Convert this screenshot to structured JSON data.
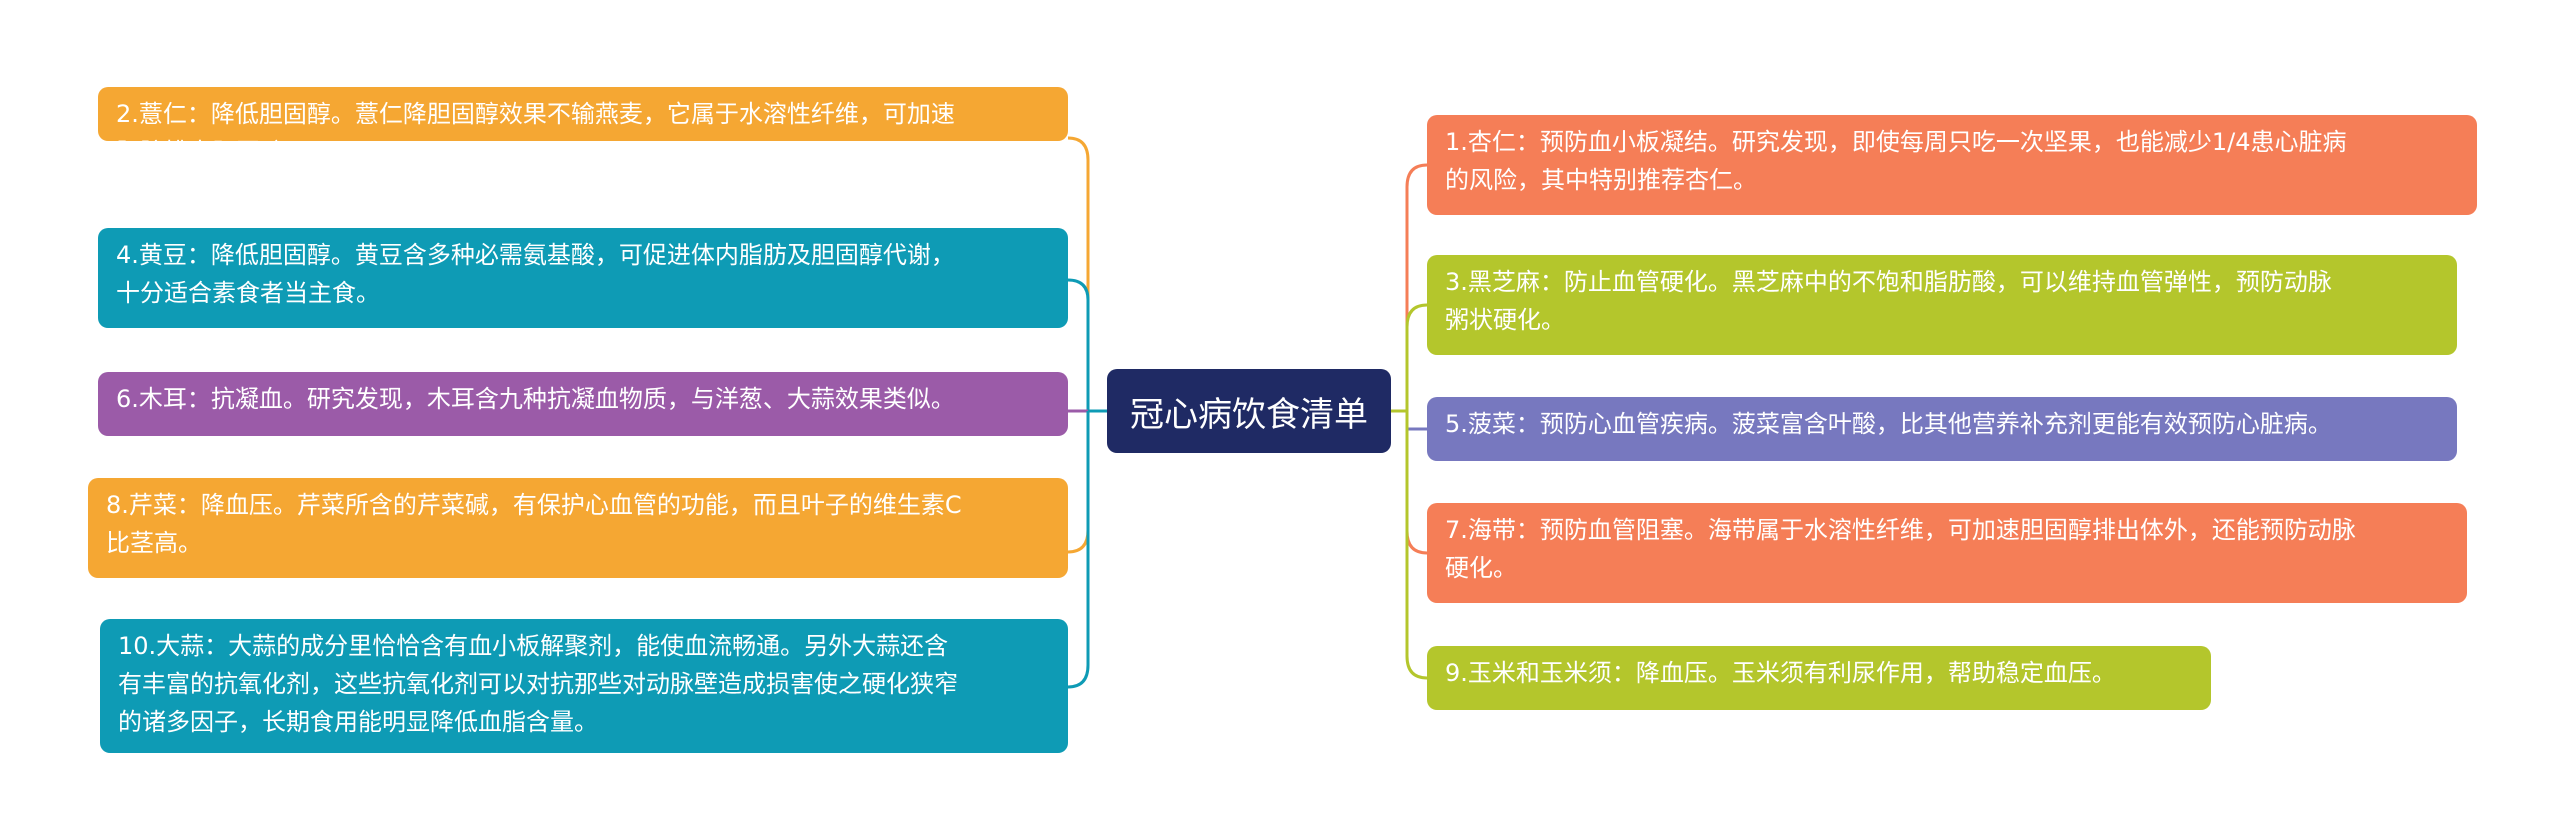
{
  "root": {
    "title": "冠心病饮食清单"
  },
  "colors": {
    "root": "#1f2a64",
    "orange": "#f5a733",
    "teal": "#0e9bb5",
    "purple": "#9b5ba8",
    "coral": "#f57e57",
    "lime": "#b4c62c",
    "lavender": "#7778bf"
  },
  "left_nodes": [
    {
      "lines": [
        "2.薏仁：降低胆固醇。薏仁降胆固醇效果不输燕麦，它属于水溶性纤维，可加速",
        "肝脏排出胆固醇。"
      ]
    },
    {
      "lines": [
        "4.黄豆：降低胆固醇。黄豆含多种必需氨基酸，可促进体内脂肪及胆固醇代谢，",
        "十分适合素食者当主食。"
      ]
    },
    {
      "lines": [
        "6.木耳：抗凝血。研究发现，木耳含九种抗凝血物质，与洋葱、大蒜效果类似。"
      ]
    },
    {
      "lines": [
        "8.芹菜：降血压。芹菜所含的芹菜碱，有保护心血管的功能，而且叶子的维生素C",
        "比茎高。"
      ]
    },
    {
      "lines": [
        "10.大蒜：大蒜的成分里恰恰含有血小板解聚剂，能使血流畅通。另外大蒜还含",
        "有丰富的抗氧化剂，这些抗氧化剂可以对抗那些对动脉壁造成损害使之硬化狭窄",
        "的诸多因子，长期食用能明显降低血脂含量。"
      ]
    }
  ],
  "right_nodes": [
    {
      "lines": [
        "1.杏仁：预防血小板凝结。研究发现，即使每周只吃一次坚果，也能减少1/4患心脏病",
        "的风险，其中特别推荐杏仁。"
      ]
    },
    {
      "lines": [
        "3.黑芝麻：防止血管硬化。黑芝麻中的不饱和脂肪酸，可以维持血管弹性，预防动脉",
        "粥状硬化。"
      ]
    },
    {
      "lines": [
        "5.菠菜：预防心血管疾病。菠菜富含叶酸，比其他营养补充剂更能有效预防心脏病。"
      ]
    },
    {
      "lines": [
        "7.海带：预防血管阻塞。海带属于水溶性纤维，可加速胆固醇排出体外，还能预防动脉",
        "硬化。"
      ]
    },
    {
      "lines": [
        "9.玉米和玉米须：降血压。玉米须有利尿作用，帮助稳定血压。"
      ]
    }
  ]
}
